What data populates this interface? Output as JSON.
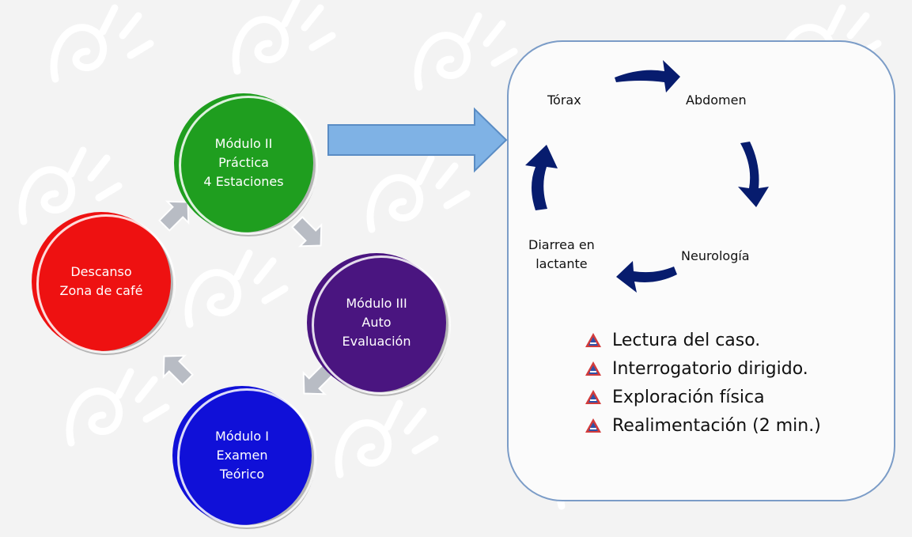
{
  "colors": {
    "green": "#1f9e1f",
    "purple": "#4a1580",
    "blue": "#1010d8",
    "red": "#ee1111",
    "cycle_arrow": "#071c6e",
    "big_arrow": "#7fb2e5",
    "panel_border": "#7b9cc7"
  },
  "modules": {
    "green": {
      "lines": [
        "Módulo II",
        "Práctica",
        "4 Estaciones"
      ]
    },
    "purple": {
      "lines": [
        "Módulo III",
        "Auto",
        "Evaluación"
      ]
    },
    "blue": {
      "lines": [
        "Módulo I",
        "Examen",
        "Teórico"
      ]
    },
    "red": {
      "lines": [
        "Descanso",
        "Zona de café"
      ]
    }
  },
  "cycle": {
    "torax": "Tórax",
    "abdomen": "Abdomen",
    "neurologia": "Neurología",
    "diarrea": [
      "Diarrea en",
      "lactante"
    ]
  },
  "bullets": [
    "Lectura del caso.",
    "Interrogatorio dirigido.",
    "Exploración física",
    "Realimentación (2 min.)"
  ],
  "icons": {
    "bullet": "triangle-a-icon",
    "transition": "block-arrow-icon",
    "cycle": "curved-arrow-icon"
  }
}
